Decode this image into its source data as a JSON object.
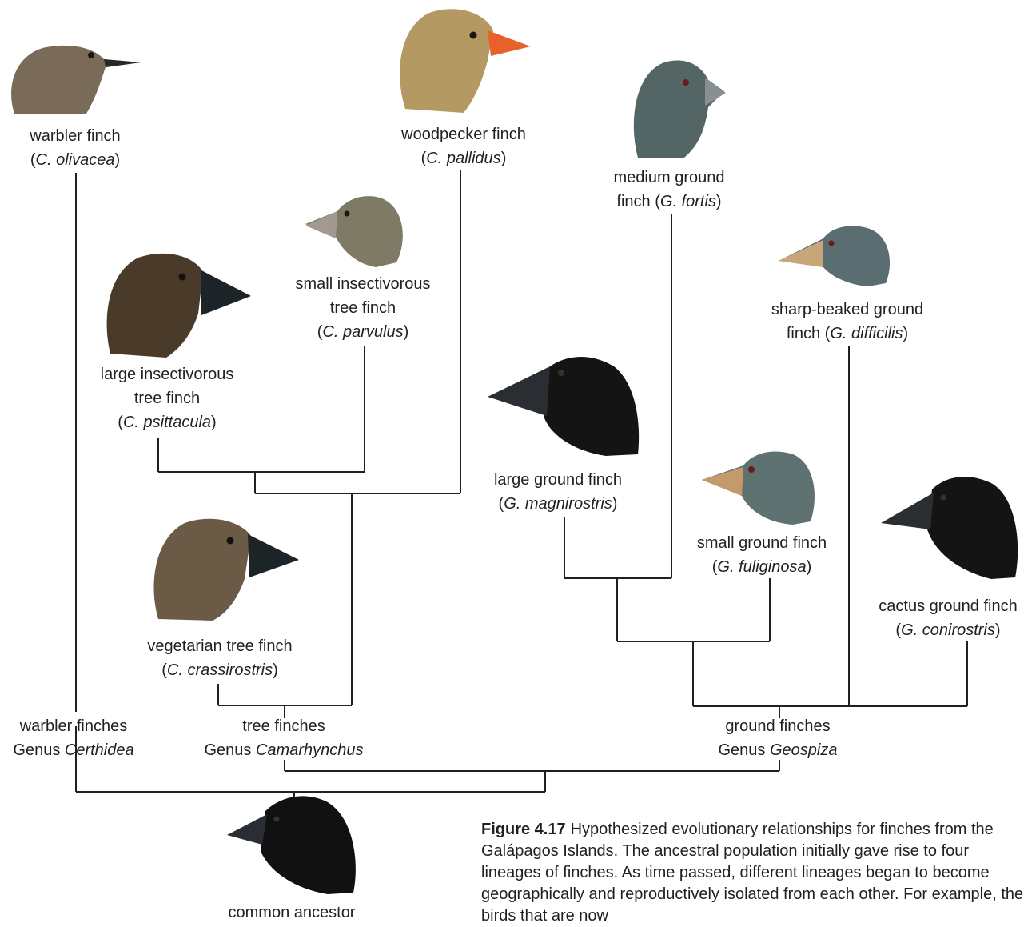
{
  "species": {
    "warbler": {
      "name": "warbler finch",
      "sci": "C. olivacea"
    },
    "woodpecker": {
      "name": "woodpecker finch",
      "sci": "C. pallidus"
    },
    "medium_ground": {
      "name_line1": "medium ground",
      "name_line2": "finch",
      "sci": "G. fortis"
    },
    "small_insect": {
      "line1": "small insectivorous",
      "line2": "tree finch",
      "sci": "C. parvulus"
    },
    "large_insect": {
      "line1": "large insectivorous",
      "line2": "tree finch",
      "sci": "C. psittacula"
    },
    "sharp_beaked": {
      "name_line1": "sharp-beaked ground",
      "name_line2": "finch",
      "sci": "G. difficilis"
    },
    "large_ground": {
      "name": "large ground finch",
      "sci": "G. magnirostris"
    },
    "small_ground": {
      "name": "small ground finch",
      "sci": "G. fuliginosa"
    },
    "cactus_ground": {
      "name": "cactus ground finch",
      "sci": "G. conirostris"
    },
    "vegetarian": {
      "name": "vegetarian tree finch",
      "sci": "C. crassirostris"
    }
  },
  "groups": {
    "warbler": {
      "name": "warbler finches",
      "genus_word": "Genus",
      "genus": "Certhidea"
    },
    "tree": {
      "name": "tree finches",
      "genus_word": "Genus",
      "genus": "Camarhynchus"
    },
    "ground": {
      "name": "ground finches",
      "genus_word": "Genus",
      "genus": "Geospiza"
    }
  },
  "ancestor": {
    "label": "common ancestor"
  },
  "caption": {
    "figure_number": "Figure 4.17",
    "text": "Hypothesized evolutionary relationships for finches from the Galápagos Islands. The ancestral population initially gave rise to four lineages of finches. As time passed, different lineages began to become geographically and reproductively isolated from each other. For example, the birds that are now"
  },
  "colors": {
    "line": "#231f20",
    "text": "#231f20",
    "bird_dark": "#111111",
    "bird_brown": "#6b5a45",
    "bird_gray_green": "#5c7070",
    "beak_orange": "#e8602a",
    "beak_tan": "#c9a67a"
  }
}
